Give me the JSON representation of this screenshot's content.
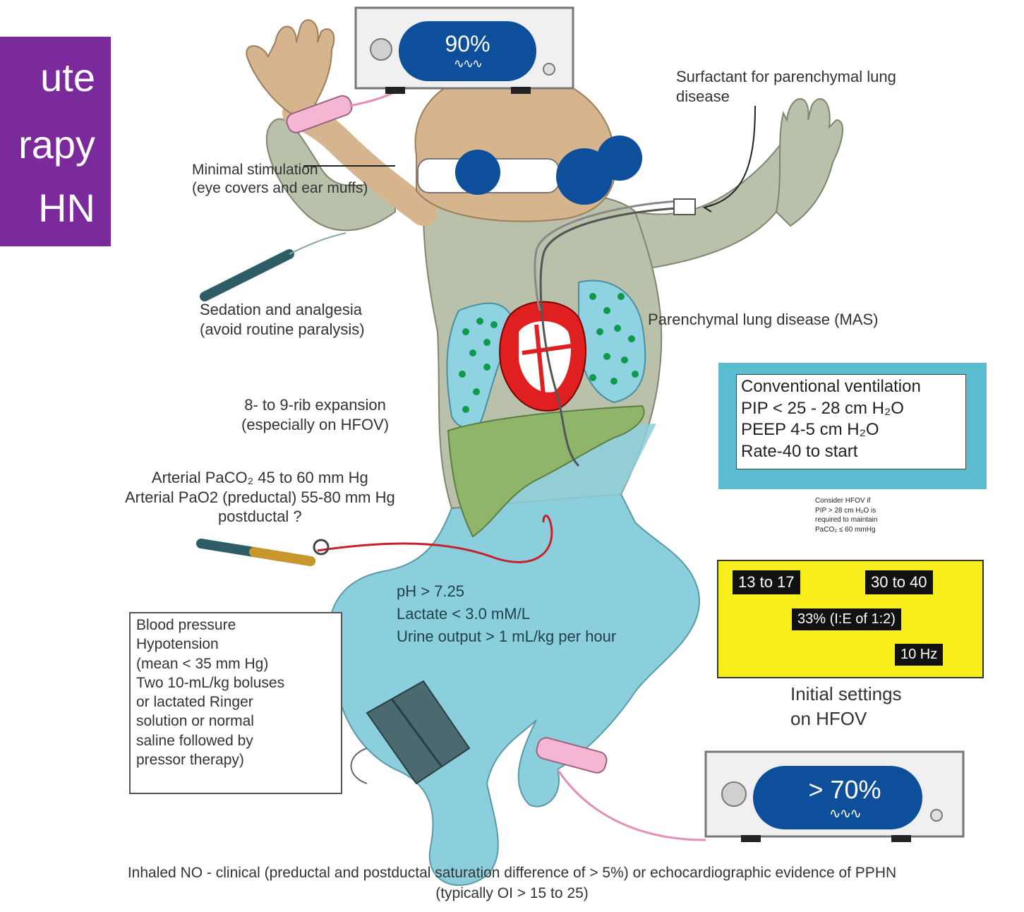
{
  "title_lines": [
    "ute",
    "rapy",
    "HN"
  ],
  "top_monitor": {
    "value": "90%"
  },
  "bottom_monitor": {
    "value": "> 70%"
  },
  "surfactant": [
    "Surfactant for parenchymal lung",
    "disease"
  ],
  "minimal_stimulation": [
    "Minimal stimulation",
    "(eye covers and ear muffs)"
  ],
  "sedation": [
    "Sedation and analgesia",
    "(avoid routine paralysis)"
  ],
  "parenchymal": "Parenchymal lung disease (MAS)",
  "rib_expansion": [
    "8- to 9-rib expansion",
    "(especially on HFOV)"
  ],
  "arterial": {
    "line1": "Arterial PaCO₂ 45 to 60 mm Hg",
    "line2": "Arterial PaO2 (preductal) 55-80 mm Hg",
    "line3": "postductal ?"
  },
  "conventional_ventilation": [
    "Conventional ventilation",
    "PIP < 25 - 28 cm H₂O",
    "PEEP 4-5 cm H₂O",
    "Rate-40 to start"
  ],
  "hfov_note": [
    "Consider HFOV if",
    "PIP > 28 cm H₂O is",
    "required to maintain",
    "PaCO₂ ≤ 60 mmHg"
  ],
  "hfov_settings": {
    "tag1": "13 to 17",
    "tag2": "30 to 40",
    "tag3": "33% (I:E of 1:2)",
    "tag4": "10 Hz"
  },
  "initial_settings": [
    "Initial settings",
    "on HFOV"
  ],
  "targets": [
    "pH > 7.25",
    "Lactate < 3.0 mM/L",
    "Urine output > 1 mL/kg per hour"
  ],
  "blood_pressure": [
    "Blood pressure",
    "Hypotension",
    "(mean < 35 mm Hg)",
    "Two 10-mL/kg boluses",
    "or lactated Ringer",
    "solution or normal",
    "saline followed by",
    "pressor therapy)"
  ],
  "bottom_caption": [
    "Inhaled NO - clinical (preductal and postductal saturation difference of > 5%) or echocardiographic evidence of PPHN",
    "(typically OI > 15 to 25)"
  ],
  "colors": {
    "title_bg": "#7b2a9b",
    "skin": "#d6b48e",
    "body_gray": "#b9c1ab",
    "body_blue": "#8ccfdc",
    "lung": "#8fd3e3",
    "liver": "#8fb56a",
    "monitor": "#0d4f9a",
    "panel_yellow": "#f7ee1c",
    "cv_border": "#5bbcd0"
  }
}
